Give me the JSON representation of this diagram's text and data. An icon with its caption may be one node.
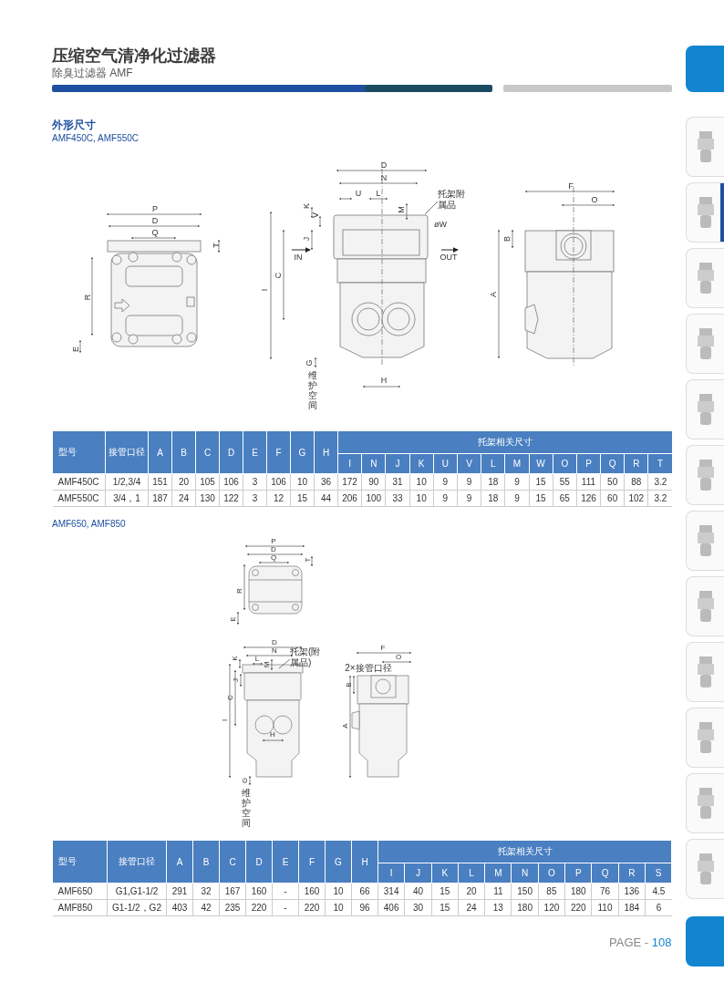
{
  "diagram": {
    "title": "压缩空气清净化过滤器",
    "caption": "除臭过滤器 AMF",
    "nodes": [
      {
        "text": [
          "托架附属品"
        ]
      },
      {
        "text": [
          "托架(附属品)"
        ]
      }
    ],
    "edges": [
      {
        "from": 0,
        "to": null,
        "arrow": "none"
      },
      {
        "from": 1,
        "to": null,
        "arrow": "none"
      }
    ],
    "labels": [
      "外形尺寸",
      "AMF450C, AMF550C",
      "P",
      "D",
      "Q",
      "T",
      "R",
      "E",
      "D",
      "N",
      "U",
      "L",
      "K",
      "V",
      "M",
      "øW",
      "J",
      "IN",
      "OUT",
      "C",
      "I",
      "G",
      "H",
      "维护空间",
      "F",
      "O",
      "B",
      "A",
      "型号",
      "接管口径",
      "A",
      "B",
      "C",
      "D",
      "E",
      "F",
      "G",
      "H",
      "托架相关尺寸",
      "I",
      "N",
      "J",
      "K",
      "U",
      "V",
      "L",
      "M",
      "W",
      "O",
      "P",
      "Q",
      "R",
      "T",
      "AMF450C",
      "1/2,3/4",
      "151",
      "20",
      "105",
      "106",
      "3",
      "106",
      "10",
      "36",
      "172",
      "90",
      "31",
      "10",
      "9",
      "9",
      "18",
      "9",
      "15",
      "55",
      "111",
      "50",
      "88",
      "3.2",
      "AMF550C",
      "3/4，1",
      "187",
      "24",
      "130",
      "122",
      "3",
      "12",
      "15",
      "44",
      "206",
      "100",
      "33",
      "10",
      "9",
      "9",
      "18",
      "9",
      "15",
      "65",
      "126",
      "60",
      "102",
      "3.2",
      "AMF650, AMF850",
      "P",
      "D",
      "Q",
      "T",
      "R",
      "E",
      "D",
      "N",
      "K",
      "L",
      "M",
      "J",
      "C",
      "I",
      "H",
      "G",
      "维护空间",
      "F",
      "O",
      "2×接管口径",
      "B",
      "A",
      "型号",
      "接管口径",
      "A",
      "B",
      "C",
      "D",
      "E",
      "F",
      "G",
      "H",
      "托架相关尺寸",
      "I",
      "J",
      "K",
      "L",
      "M",
      "N",
      "O",
      "P",
      "Q",
      "R",
      "S",
      "AMF650",
      "G1,G1-1/2",
      "291",
      "32",
      "167",
      "160",
      "-",
      "160",
      "10",
      "66",
      "314",
      "40",
      "15",
      "20",
      "11",
      "150",
      "85",
      "180",
      "76",
      "136",
      "4.5",
      "AMF850",
      "G1-1/2，G2",
      "403",
      "42",
      "235",
      "220",
      "-",
      "220",
      "10",
      "96",
      "406",
      "30",
      "15",
      "24",
      "13",
      "180",
      "120",
      "220",
      "110",
      "184",
      "6",
      "PAGE - **108**"
    ]
  }
}
